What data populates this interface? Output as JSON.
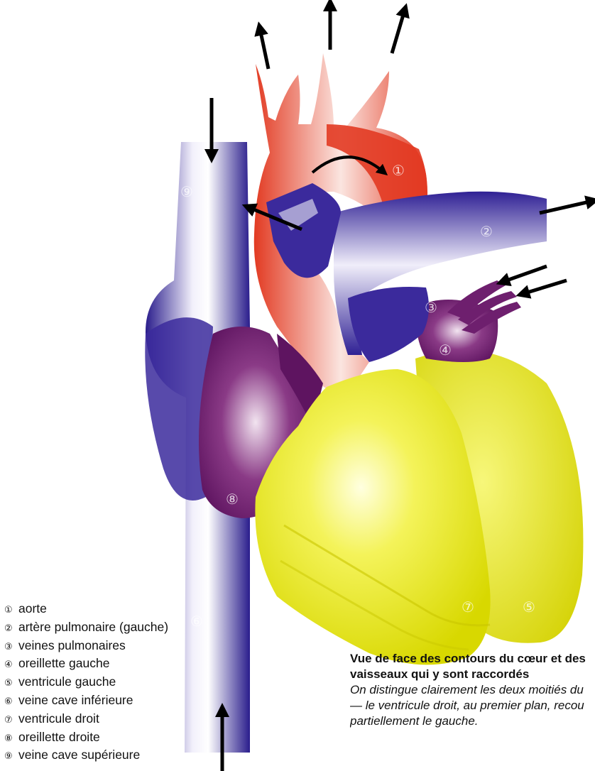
{
  "legend": [
    {
      "symbol": "①",
      "label": "aorte"
    },
    {
      "symbol": "②",
      "label": "artère pulmonaire (gauche)"
    },
    {
      "symbol": "③",
      "label": "veines pulmonaires"
    },
    {
      "symbol": "④",
      "label": "oreillette gauche"
    },
    {
      "symbol": "⑤",
      "label": "ventricule gauche"
    },
    {
      "symbol": "⑥",
      "label": "veine cave inférieure"
    },
    {
      "symbol": "⑦",
      "label": "ventricule droit"
    },
    {
      "symbol": "⑧",
      "label": "oreillette droite"
    },
    {
      "symbol": "⑨",
      "label": "veine cave supérieure"
    }
  ],
  "caption": {
    "title_line1": "Vue de face des contours du cœur et des",
    "title_line2": "vaisseaux qui y sont raccordés",
    "text_line1": "On distingue clairement les deux moitiés du",
    "text_line2": "— le ventricule droit, au premier plan, recou",
    "text_line3": "partiellement le gauche."
  },
  "markers": {
    "aorte": "①",
    "artere_pulmonaire": "②",
    "veines_pulmonaires": "③",
    "oreillette_gauche": "④",
    "ventricule_gauche": "⑤",
    "veine_cave_inferieure": "⑥",
    "ventricule_droit": "⑦",
    "oreillette_droite": "⑧",
    "veine_cave_superieure": "⑨"
  },
  "colors": {
    "oxygenated_red": "#e8402a",
    "deoxygenated_blue": "#3b2a9c",
    "atrium_purple": "#6e1f6e",
    "ventricle_yellow": "#eded1a",
    "arrow": "#000000"
  }
}
